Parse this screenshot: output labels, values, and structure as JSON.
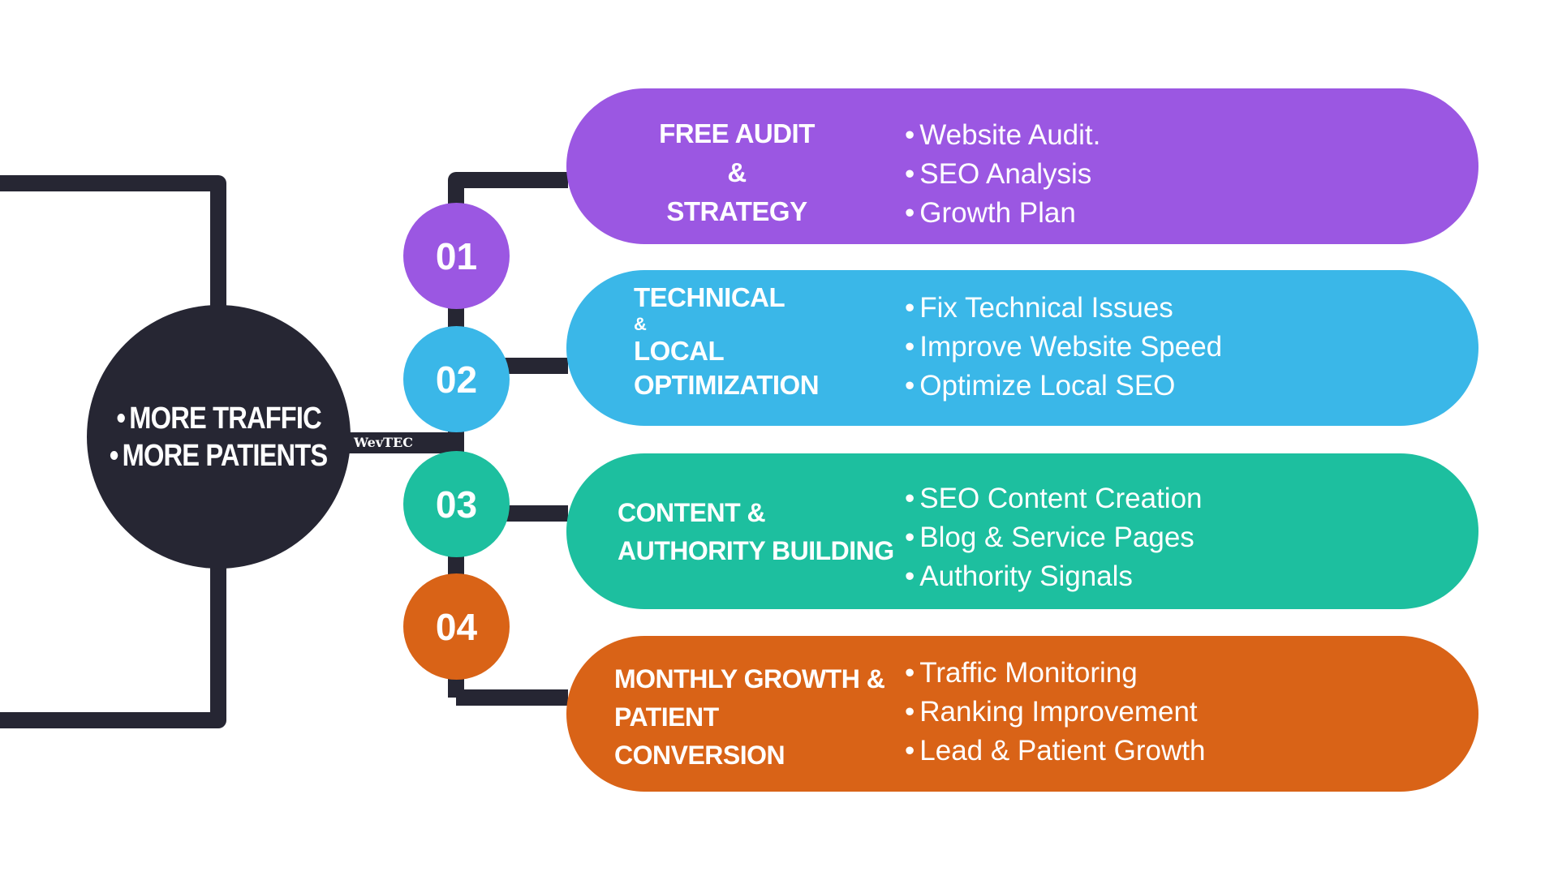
{
  "hub": {
    "lines": [
      "MORE TRAFFIC",
      "MORE PATIENTS"
    ]
  },
  "brand_label": "WevTEC",
  "steps": [
    {
      "number": "01",
      "title_lines": [
        "FREE AUDIT",
        "&",
        "STRATEGY"
      ],
      "bullets": [
        "Website Audit.",
        "SEO Analysis",
        "Growth Plan"
      ],
      "color": "#9b57e2"
    },
    {
      "number": "02",
      "title_lines": [
        "TECHNICAL",
        "&",
        "LOCAL",
        "OPTIMIZATION"
      ],
      "bullets": [
        "Fix Technical Issues",
        "Improve Website Speed",
        "Optimize Local SEO"
      ],
      "color": "#3ab7e8"
    },
    {
      "number": "03",
      "title_lines": [
        "CONTENT &",
        "AUTHORITY BUILDING"
      ],
      "bullets": [
        "SEO Content Creation",
        "Blog & Service Pages",
        "Authority Signals"
      ],
      "color": "#1dbf9f"
    },
    {
      "number": "04",
      "title_lines": [
        "MONTHLY GROWTH &",
        "PATIENT",
        "CONVERSION"
      ],
      "bullets": [
        "Traffic Monitoring",
        "Ranking Improvement",
        "Lead & Patient Growth"
      ],
      "color": "#d96317"
    }
  ],
  "connector_color": "#262633"
}
